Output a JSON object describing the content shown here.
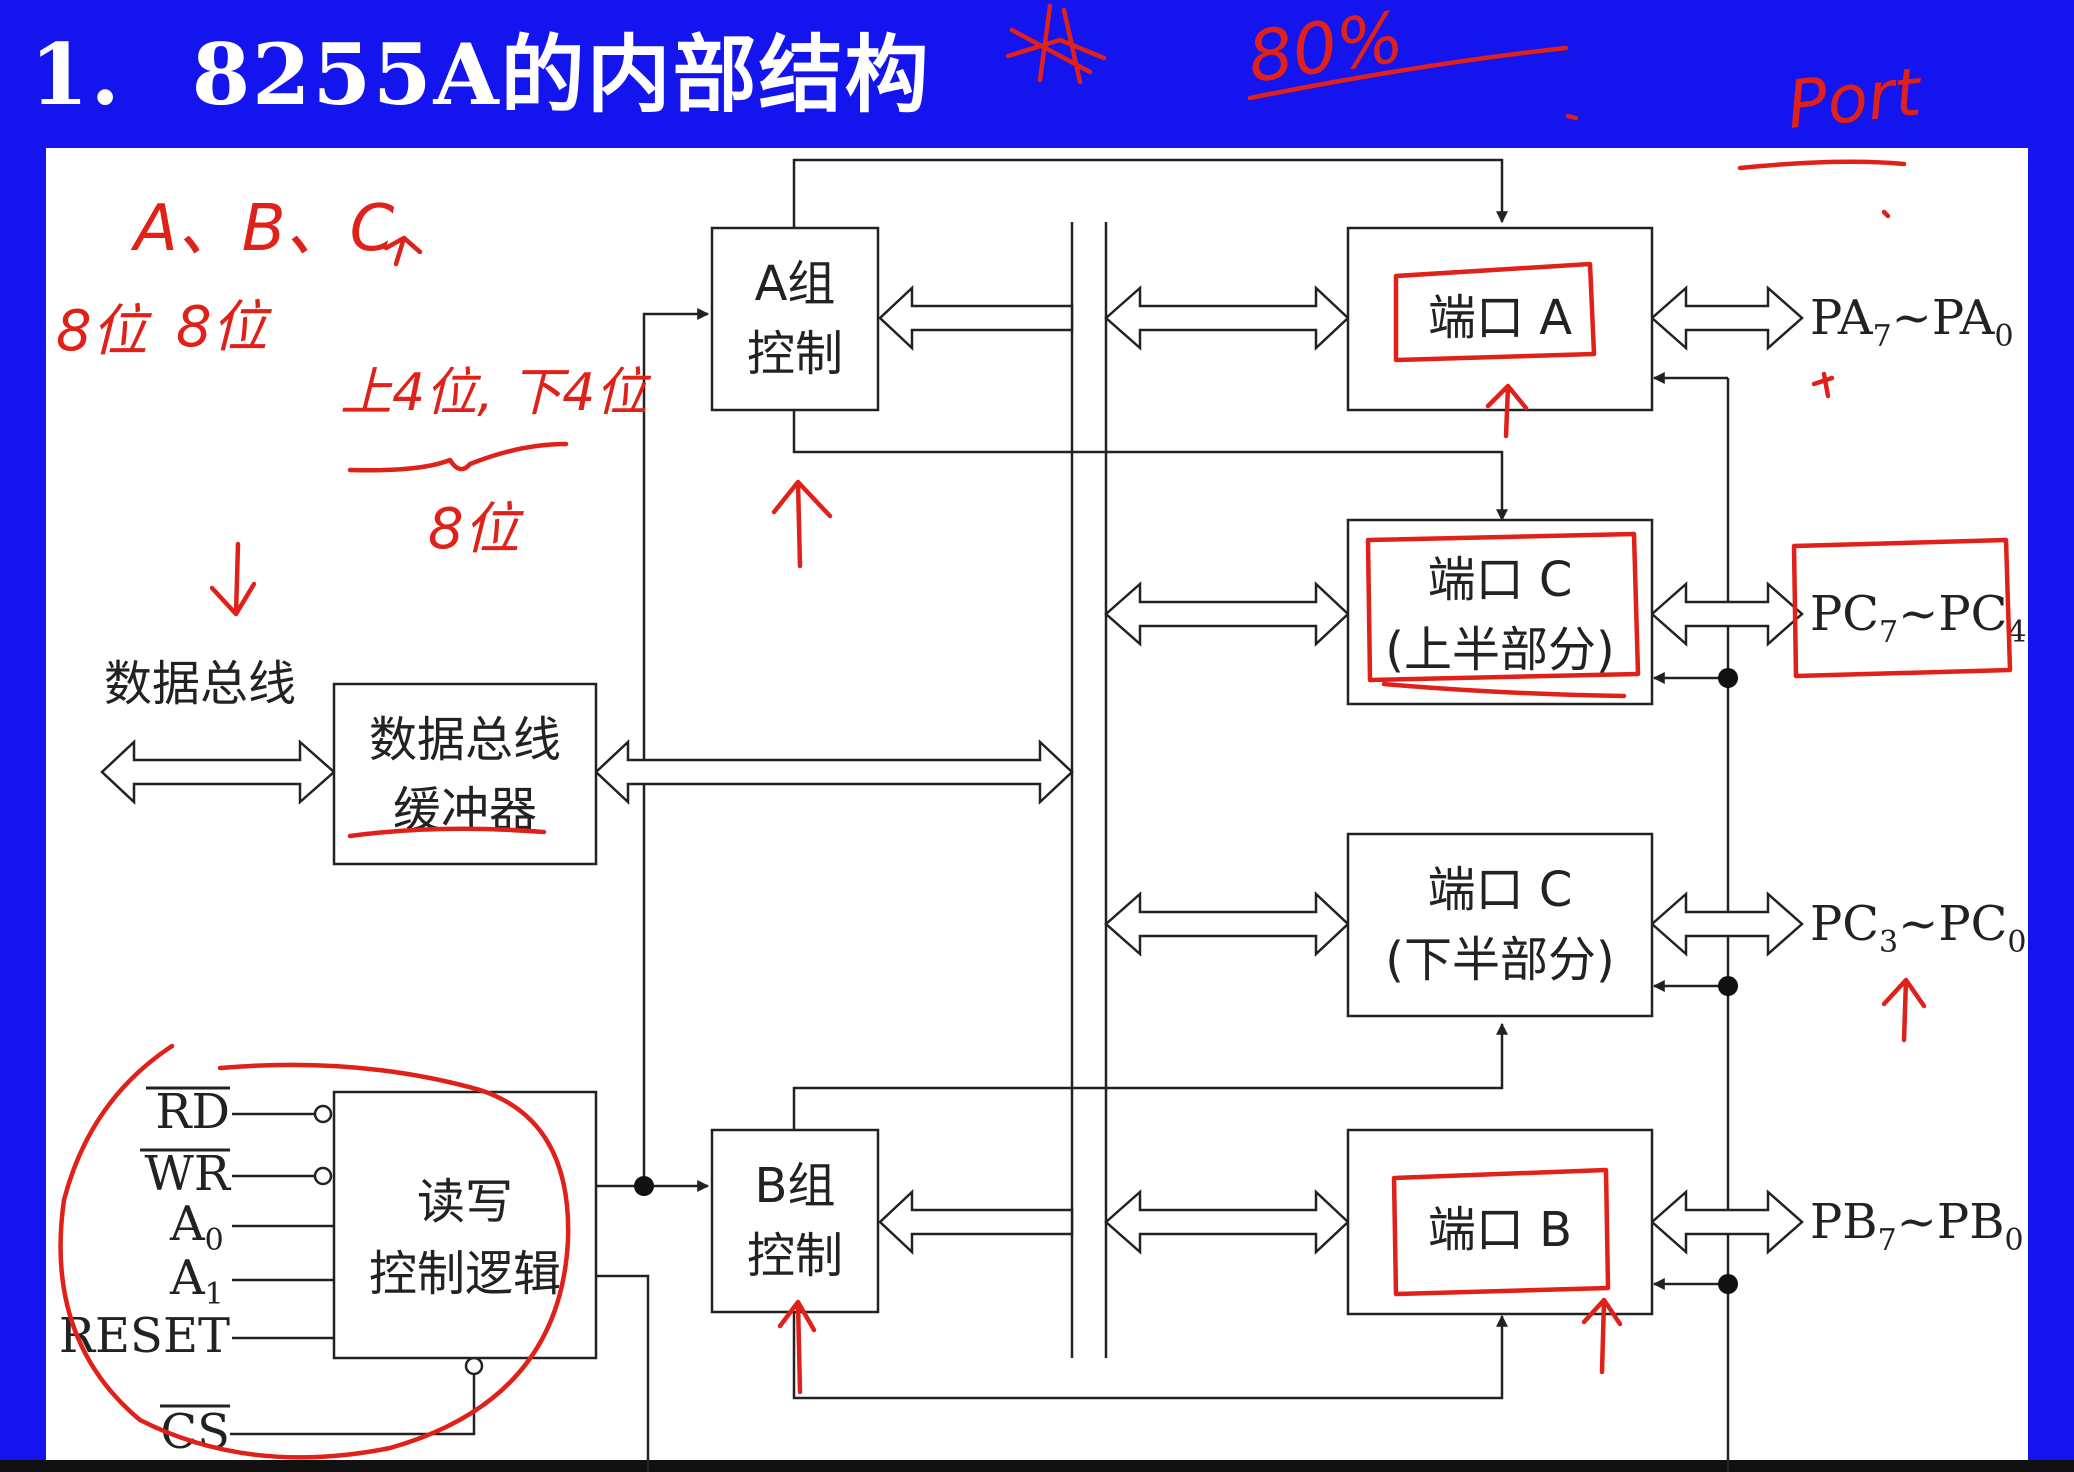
{
  "slide": {
    "number": "1.",
    "title": "8255A的内部结构"
  },
  "blocks": {
    "group_a": [
      "A组",
      "控制"
    ],
    "group_b": [
      "B组",
      "控制"
    ],
    "bus_buffer": [
      "数据总线",
      "缓冲器"
    ],
    "rw_logic": [
      "读写",
      "控制逻辑"
    ],
    "port_a": "端口 A",
    "port_c_upper": [
      "端口 C",
      "(上半部分)"
    ],
    "port_c_lower": [
      "端口 C",
      "(下半部分)"
    ],
    "port_b": "端口 B"
  },
  "labels": {
    "data_bus": "数据总线",
    "rd": "RD",
    "wr": "WR",
    "a0_base": "A",
    "a0_sub": "0",
    "a1_base": "A",
    "a1_sub": "1",
    "reset": "RESET",
    "cs": "CS",
    "pa": {
      "a": "PA",
      "s1": "7",
      "b": "~PA",
      "s2": "0"
    },
    "pc_hi": {
      "a": "PC",
      "s1": "7",
      "b": "~PC",
      "s2": "4"
    },
    "pc_lo": {
      "a": "PC",
      "s1": "3",
      "b": "~PC",
      "s2": "0"
    },
    "pb": {
      "a": "PB",
      "s1": "7",
      "b": "~PB",
      "s2": "0"
    }
  },
  "annotations": {
    "abc": "A、B、C",
    "eight_bit_1": "8位",
    "eight_bit_2": "8位",
    "upper_lower": "上4位, 下4位",
    "eight_bit_3": "8位",
    "percent": "80%",
    "port": "Port"
  },
  "colors": {
    "slide_bg": "#1414ee",
    "title_text": "#ffffff",
    "ink": "#222222",
    "annotation": "#e0211a"
  }
}
